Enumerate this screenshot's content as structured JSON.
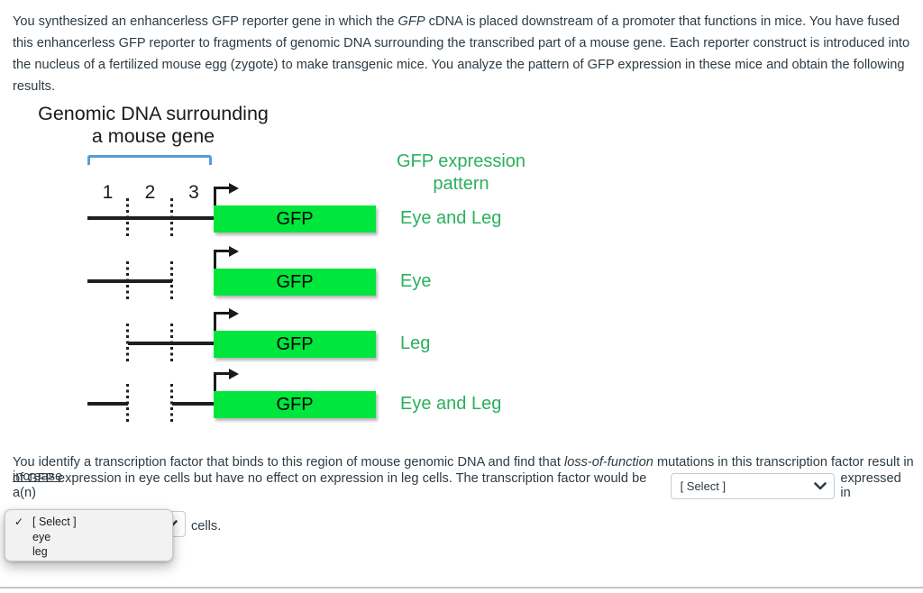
{
  "intro": {
    "t1": "You synthesized an enhancerless GFP reporter gene in which the ",
    "t2": "GFP",
    "t3": " cDNA is placed downstream of a promoter that functions in mice. You have fused this enhancerless GFP reporter to fragments of genomic DNA surrounding the transcribed part of a mouse gene. Each reporter construct is introduced into the nucleus of a fertilized mouse egg (zygote) to make transgenic mice. You analyze the pattern of GFP expression in these mice and obtain the following results."
  },
  "diagram": {
    "title_line1": "Genomic DNA surrounding",
    "title_line2": "a mouse gene",
    "header_line1": "GFP expression",
    "header_line2": "pattern",
    "region_labels": [
      "1",
      "2",
      "3"
    ],
    "gfp_label": "GFP",
    "rows": [
      {
        "segments": [
          true,
          true,
          true
        ],
        "pattern": "Eye and Leg"
      },
      {
        "segments": [
          true,
          true,
          false
        ],
        "pattern": "Eye"
      },
      {
        "segments": [
          false,
          true,
          true
        ],
        "pattern": "Leg"
      },
      {
        "segments": [
          true,
          false,
          true
        ],
        "pattern": "Eye and Leg"
      }
    ],
    "colors": {
      "gfp_green": "#00e63d",
      "label_green": "#2ab05c",
      "bracket_blue": "#5b9bd5",
      "line_black": "#1a1a1a"
    }
  },
  "question": {
    "l1a": "You identify a transcription factor that binds to this region of mouse genomic DNA and find that ",
    "l1_italic": "loss-of-function",
    "l1b": " mutations in this transcription factor result in ",
    "l1_underline": "increase",
    "l2a": "of GFP expression in eye cells but have no effect on expression in leg cells. The transcription factor would be a(n)",
    "select1_value": "[ Select ]",
    "l2b": "expressed in",
    "l3": "cells."
  },
  "dropdown": {
    "checkmark": "✓",
    "items": [
      {
        "label": "[ Select ]",
        "checked": true
      },
      {
        "label": "eye",
        "checked": false
      },
      {
        "label": "leg",
        "checked": false
      }
    ]
  }
}
